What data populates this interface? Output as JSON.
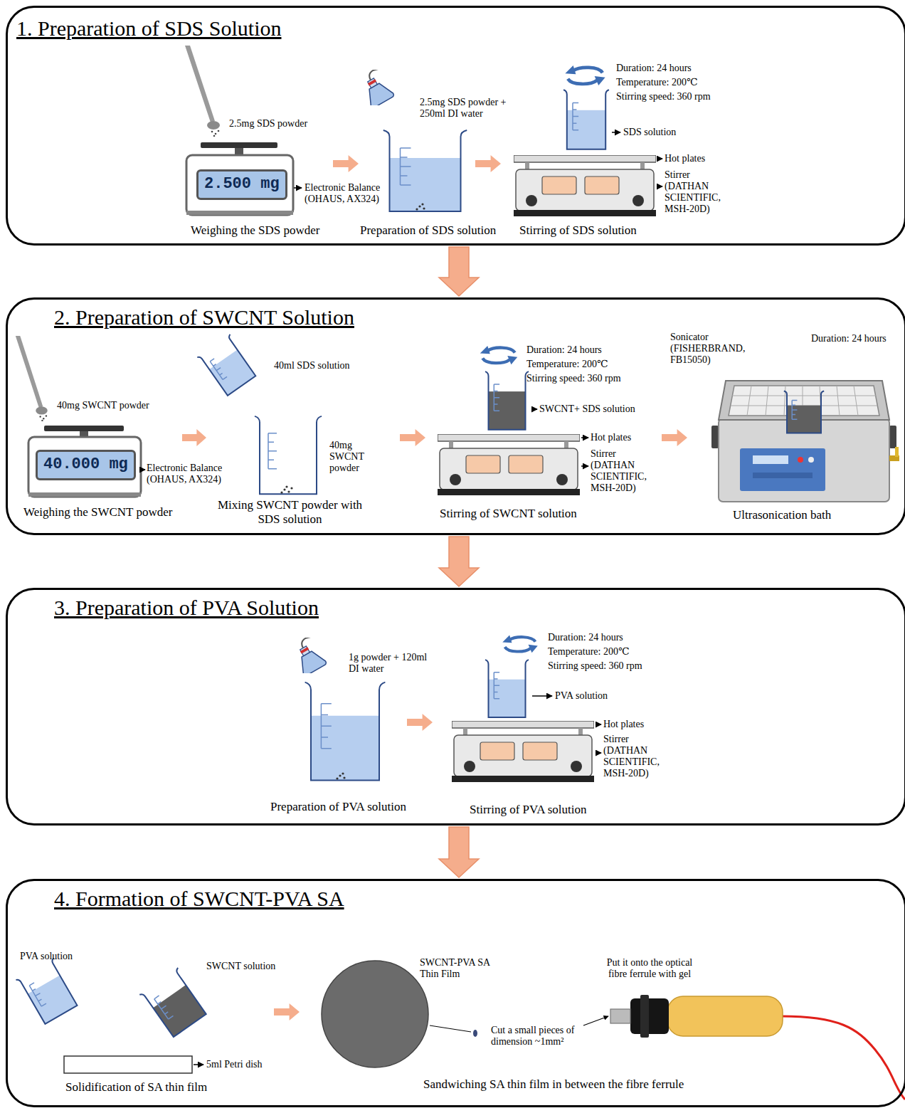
{
  "diagram": {
    "nodes": [
      {
        "text": [
          "1. Preparation of SDS Solution"
        ]
      },
      {
        "text": [
          "2.500 mg"
        ],
        "in": 0
      },
      {
        "text": [
          "2. Preparation of SWCNT Solution"
        ]
      },
      {
        "text": [
          "40.000 mg"
        ],
        "in": 2
      },
      {
        "text": [
          "3. Preparation of PVA Solution"
        ]
      },
      {
        "text": [
          "4. Formation of SWCNT-PVA SA"
        ]
      }
    ],
    "edges": [
      {
        "from": 0,
        "to": 2,
        "arrow": "to"
      },
      {
        "from": 2,
        "to": 4,
        "arrow": "to"
      },
      {
        "from": 4,
        "to": 5,
        "arrow": "to"
      }
    ],
    "labels": [
      "2.5mg SDS powder",
      "Electronic Balance (OHAUS, AX324)",
      "Weighing the SDS powder",
      "2.5mg SDS powder + 250ml DI water",
      "Preparation of SDS solution",
      "Duration: 24 hours",
      "Temperature: 200℃",
      "Stirring speed: 360 rpm",
      "SDS solution",
      "Hot plates",
      "Stirrer (DATHAN SCIENTIFIC, MSH-20D)",
      "Stirring of SDS solution",
      "40mg SWCNT powder",
      "Electronic Balance (OHAUS, AX324)",
      "Weighing the SWCNT powder",
      "40ml SDS solution",
      "40mg SWCNT powder",
      "Mixing SWCNT powder with SDS solution",
      "Duration: 24 hours",
      "Temperature: 200℃",
      "Stirring speed: 360 rpm",
      "SWCNT+ SDS solution",
      "Hot plates",
      "Stirrer (DATHAN SCIENTIFIC, MSH-20D)",
      "Stirring of SWCNT solution",
      "Sonicator (FISHERBRAND, FB15050)",
      "Duration: 24 hours",
      "Ultrasonication bath",
      "1g powder + 120ml DI water",
      "Duration: 24 hours",
      "Temperature: 200℃",
      "Stirring speed: 360 rpm",
      "PVA solution",
      "Hot plates",
      "Stirrer (DATHAN SCIENTIFIC, MSH-20D)",
      "Preparation of PVA solution",
      "Stirring of PVA solution",
      "PVA solution",
      "SWCNT solution",
      "5ml Petri dish",
      "Solidification of SA thin film",
      "SWCNT-PVA SA Thin Film",
      "Cut a small pieces of dimension ~1mm²",
      "Put it onto the optical fibre ferrule with gel",
      "Sandwiching SA thin film in between the fibre ferrule"
    ]
  }
}
